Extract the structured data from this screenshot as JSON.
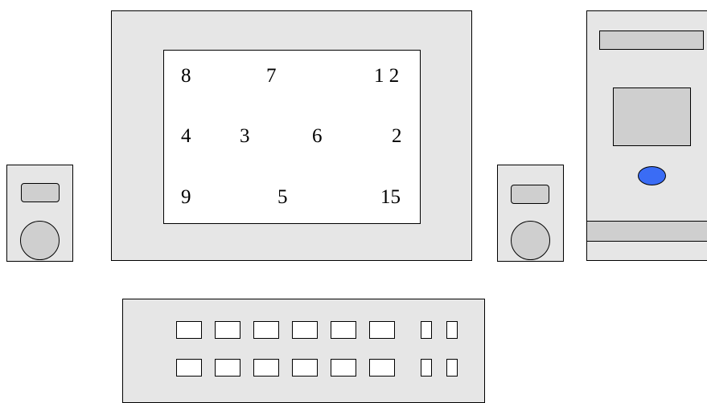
{
  "screen": {
    "numbers": [
      "8",
      "7",
      "1 2",
      "4",
      "3",
      "6",
      "2",
      "9",
      "5",
      "15"
    ]
  },
  "colors": {
    "panel": "#e6e6e6",
    "slot": "#cfcfcf",
    "power_button": "#3a6cf5",
    "screen": "#ffffff"
  },
  "icons": {
    "power_button": "power-button-icon",
    "speaker_knob": "speaker-knob-icon"
  }
}
